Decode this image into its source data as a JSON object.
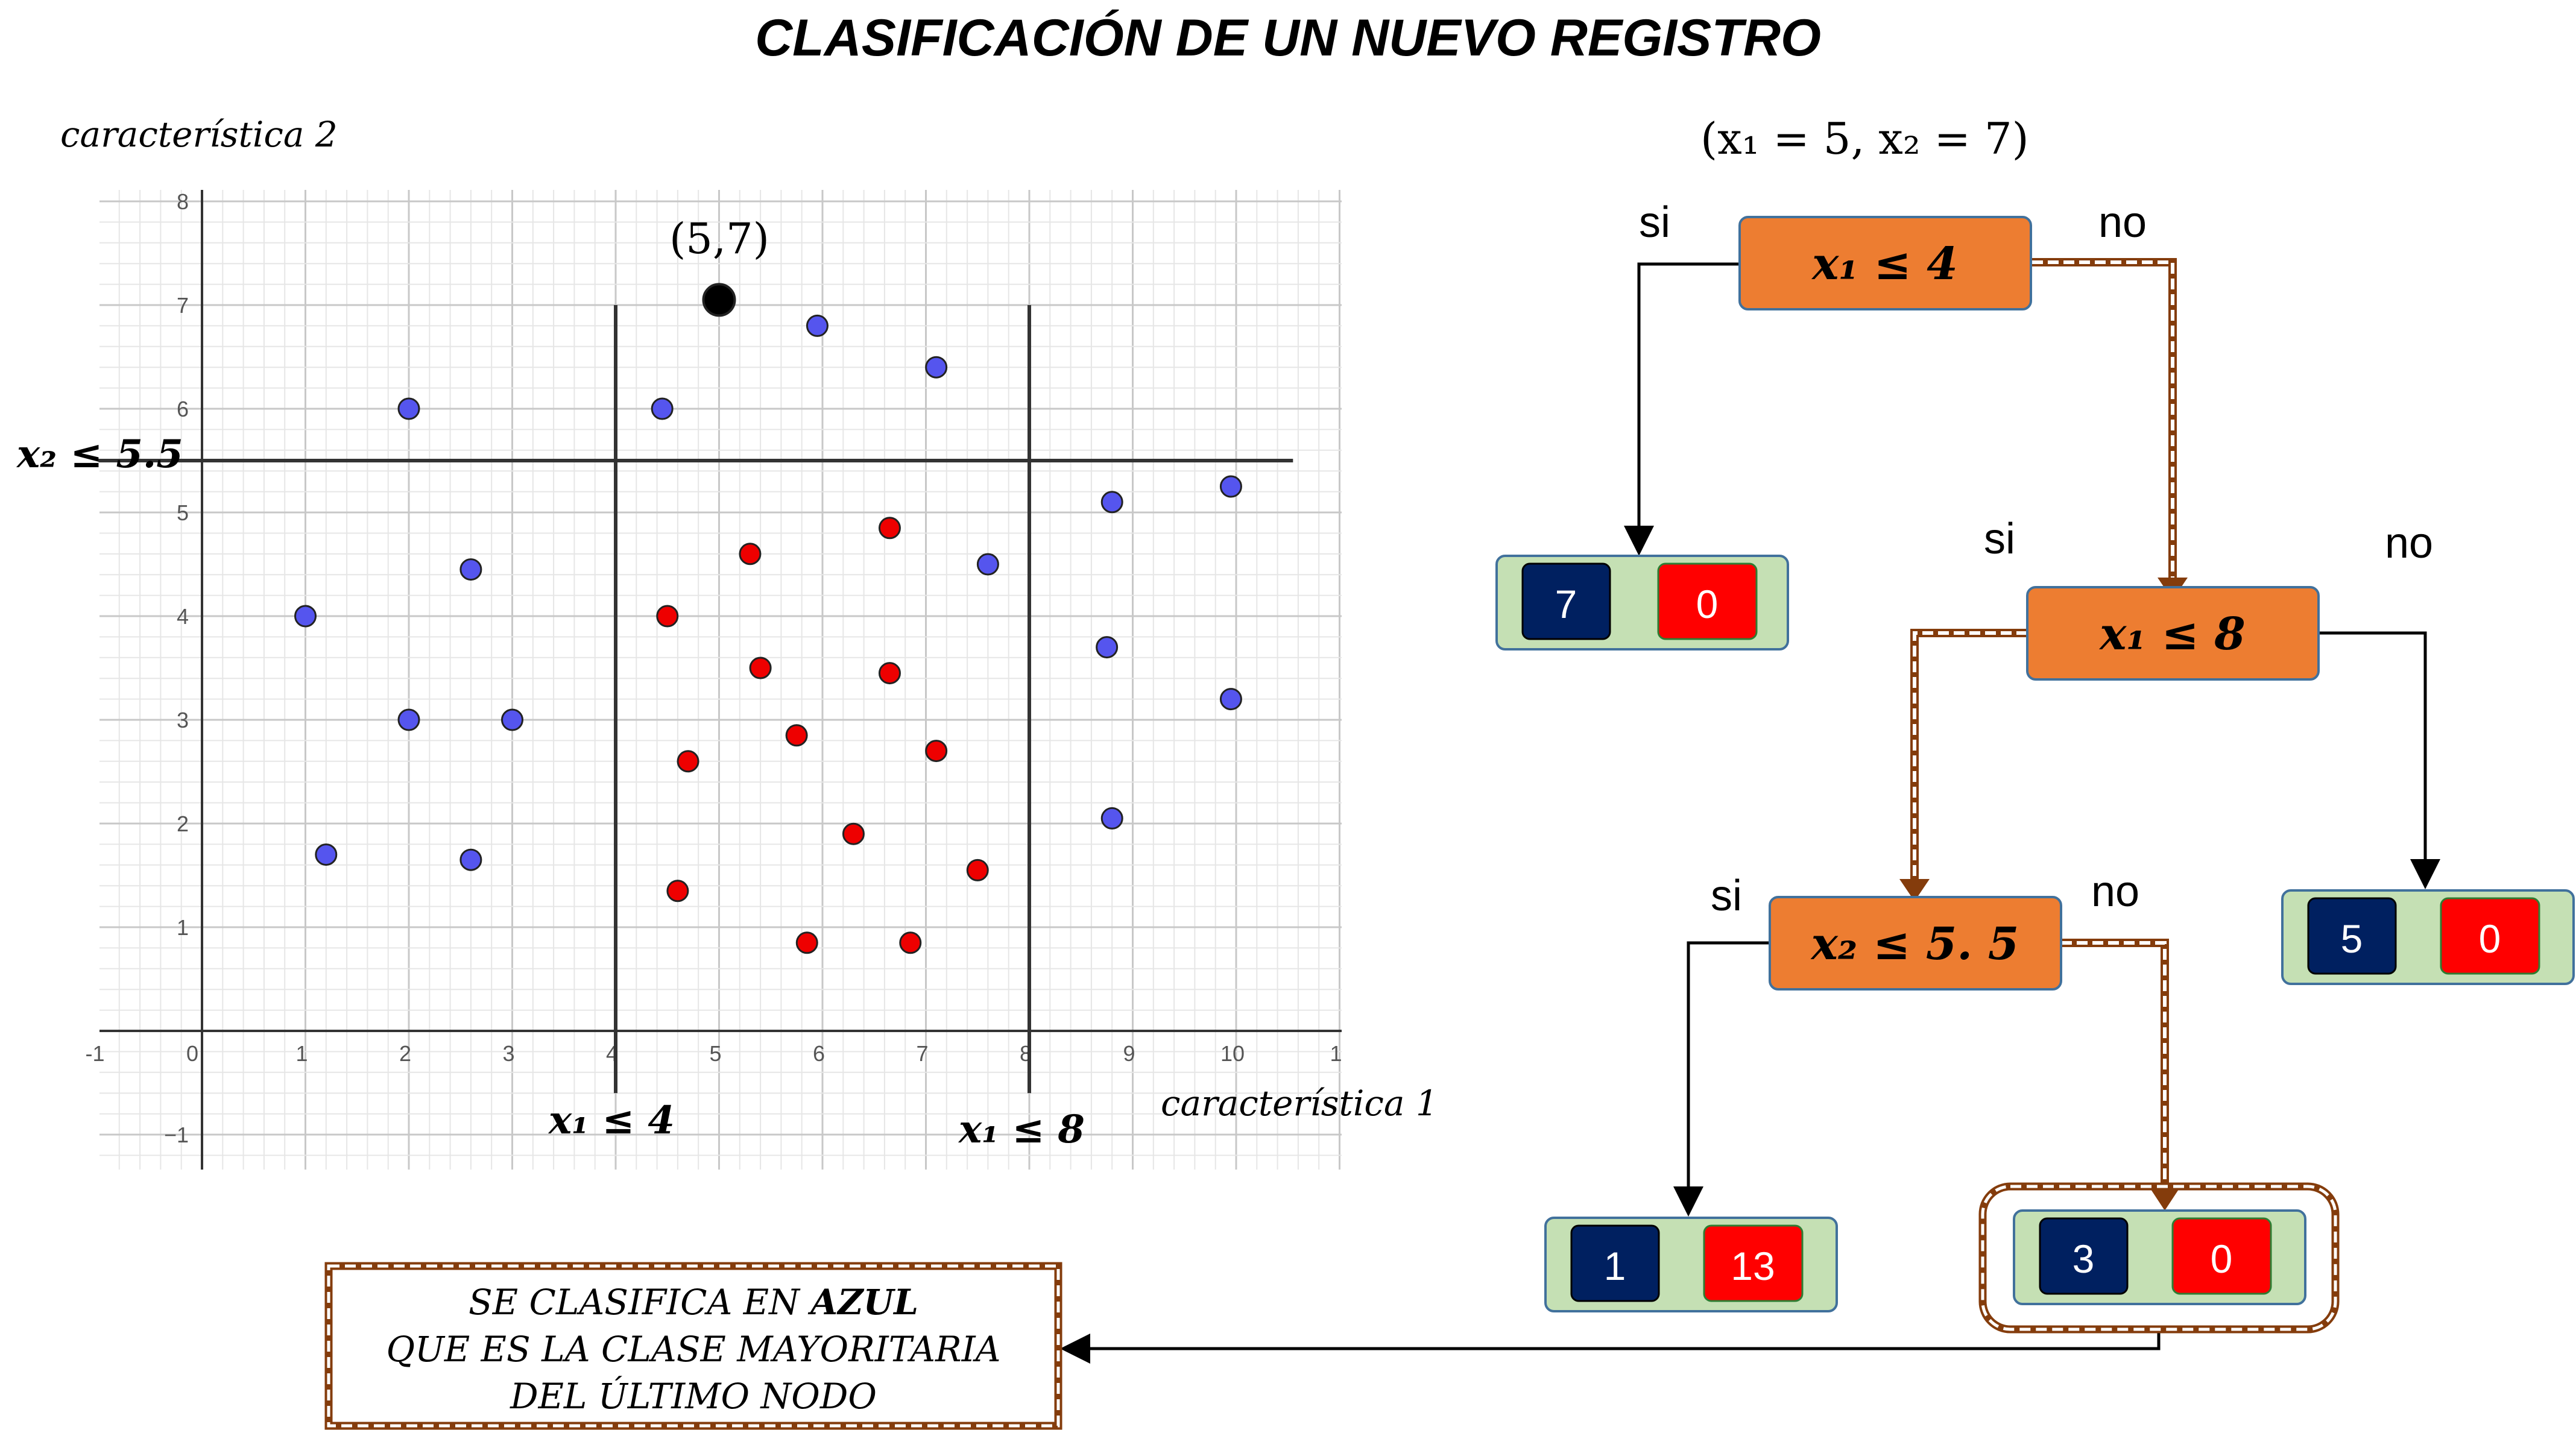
{
  "title": "CLASIFICACIÓN DE UN NUEVO REGISTRO",
  "plot": {
    "y_axis_label": "característica 2",
    "x_axis_label": "característica 1",
    "x_ticks": [
      "-1",
      "0",
      "1",
      "2",
      "3",
      "4",
      "5",
      "6",
      "7",
      "8",
      "9",
      "10",
      "1"
    ],
    "y_ticks": [
      "8",
      "7",
      "6",
      "5",
      "4",
      "3",
      "2",
      "1",
      "−1"
    ],
    "split_labels": {
      "x1_le_4": "x₁ ≤ 4",
      "x1_le_8": "x₁ ≤ 8",
      "x2_le_55": "x₂ ≤ 5.5"
    },
    "new_point_label": "(5,7)",
    "colors": {
      "blue": "#5555ee",
      "red": "#ee0000",
      "new": "#000000"
    }
  },
  "chart_data": {
    "type": "scatter",
    "xlim": [
      -1,
      11
    ],
    "ylim": [
      -1.3,
      8.2
    ],
    "grid": true,
    "splits": {
      "x1": [
        4,
        8
      ],
      "x2": [
        5.5
      ]
    },
    "series": [
      {
        "color": "#5555ee",
        "points": [
          [
            1.0,
            4.0
          ],
          [
            1.2,
            1.7
          ],
          [
            2.0,
            6.0
          ],
          [
            2.0,
            3.0
          ],
          [
            2.6,
            4.45
          ],
          [
            2.6,
            1.65
          ],
          [
            3.0,
            3.0
          ],
          [
            4.45,
            6.0
          ],
          [
            5.95,
            6.8
          ],
          [
            7.1,
            6.4
          ],
          [
            7.6,
            4.5
          ],
          [
            8.75,
            3.7
          ],
          [
            8.8,
            5.1
          ],
          [
            8.8,
            2.05
          ],
          [
            9.95,
            5.25
          ],
          [
            9.95,
            3.2
          ]
        ]
      },
      {
        "color": "#ee0000",
        "points": [
          [
            4.5,
            4.0
          ],
          [
            4.6,
            1.35
          ],
          [
            4.7,
            2.6
          ],
          [
            5.3,
            4.6
          ],
          [
            5.4,
            3.5
          ],
          [
            5.75,
            2.85
          ],
          [
            5.85,
            0.85
          ],
          [
            6.3,
            1.9
          ],
          [
            6.65,
            4.85
          ],
          [
            6.65,
            3.45
          ],
          [
            6.85,
            0.85
          ],
          [
            7.1,
            2.7
          ],
          [
            7.5,
            1.55
          ]
        ]
      },
      {
        "color": "#000000",
        "points": [
          [
            5.0,
            7.05
          ]
        ]
      }
    ]
  },
  "tree": {
    "record": "(x₁ = 5, x₂ = 7)",
    "nodes": {
      "n1": {
        "label": "x₁ ≤ 4",
        "yes": "si",
        "no": "no"
      },
      "n2": {
        "label": "x₁ ≤ 8",
        "yes": "si",
        "no": "no"
      },
      "n3": {
        "label": "x₂ ≤ 5. 5",
        "yes": "si",
        "no": "no"
      }
    },
    "leaves": {
      "l1": {
        "blue": "7",
        "red": "0"
      },
      "l2": {
        "blue": "5",
        "red": "0"
      },
      "l3": {
        "blue": "1",
        "red": "13"
      },
      "l4": {
        "blue": "3",
        "red": "0"
      }
    },
    "colors": {
      "node": "#ed7d31",
      "leaf_bg": "#c5e0b4",
      "blue": "#002060",
      "red": "#ff0000",
      "path": "#843c0c"
    }
  },
  "result": {
    "line1_pre": "SE CLASIFICA EN ",
    "line1_bold": "AZUL",
    "line2": "QUE ES LA CLASE MAYORITARIA",
    "line3": "DEL ÚLTIMO NODO"
  }
}
